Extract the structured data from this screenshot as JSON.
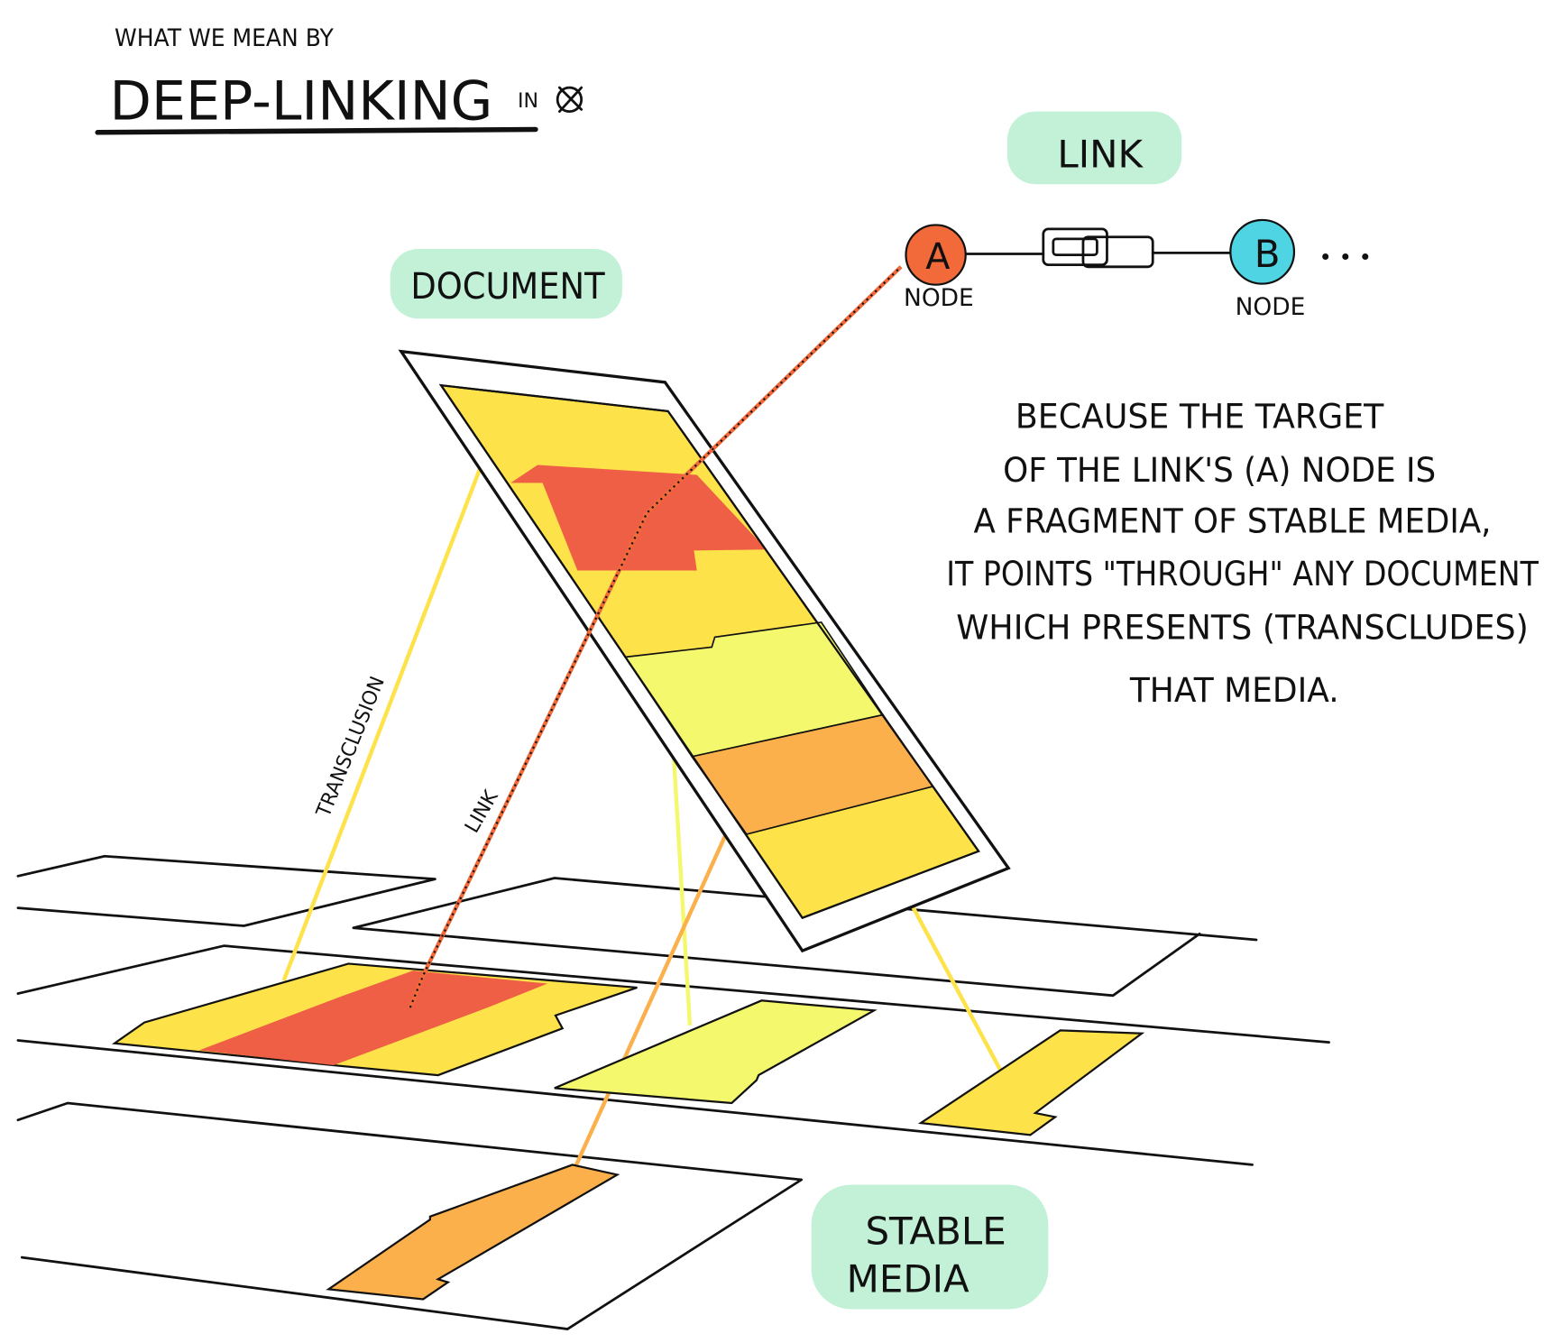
{
  "title": {
    "kicker": "WHAT WE MEAN BY",
    "main": "DEEP-LINKING",
    "suffix": "IN"
  },
  "labels": {
    "link_badge": "LINK",
    "document_badge": "DOCUMENT",
    "stable_media_line1": "STABLE",
    "stable_media_line2": "MEDIA",
    "node_a": "A",
    "node_b": "B",
    "node_a_caption": "NODE",
    "node_b_caption": "NODE",
    "ellipsis": "• • •",
    "transclusion": "TRANSCLUSION",
    "link_line": "LINK"
  },
  "explanation": [
    "BECAUSE THE TARGET",
    "OF THE LINK'S (A) NODE IS",
    "A FRAGMENT OF STABLE MEDIA,",
    "IT POINTS \"THROUGH\" ANY DOCUMENT",
    "WHICH PRESENTS (TRANSCLUDES)",
    "THAT MEDIA."
  ],
  "colors": {
    "mint": "#c2f1d8",
    "node_a": "#f26a3a",
    "node_b": "#4fd4e3",
    "yellow": "#fde24a",
    "light_yellow": "#f4f86c",
    "orange": "#fbb04c",
    "red": "#ee5f45"
  }
}
